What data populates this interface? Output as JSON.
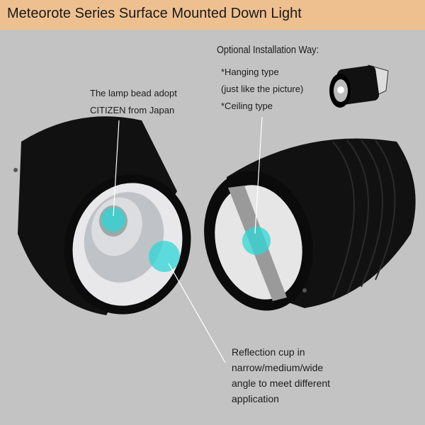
{
  "header": {
    "title": "Meteorote Series Surface Mounted Down Light"
  },
  "installation": {
    "title": "Optional Installation Way:",
    "lines": [
      "*Hanging type",
      "(just like the picture)",
      "*Ceiling type"
    ]
  },
  "lamp_bead": {
    "lines": [
      "The lamp bead adopt",
      "CITIZEN from Japan"
    ]
  },
  "reflection": {
    "lines": [
      "Reflection cup in",
      "narrow/medium/wide",
      "angle to meet different",
      "application"
    ]
  },
  "colors": {
    "header_bg": "#efc08f",
    "background": "#c3c3c3",
    "highlight": "#2fd6d6"
  }
}
